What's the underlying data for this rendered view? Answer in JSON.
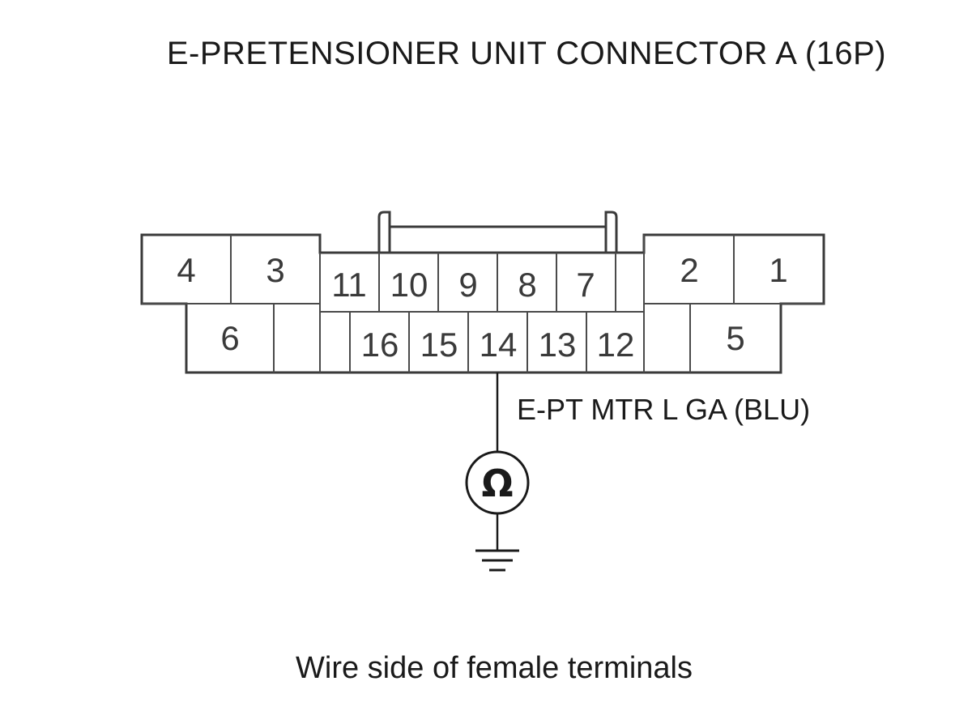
{
  "title": "E-PRETENSIONER UNIT CONNECTOR A (16P)",
  "caption": "Wire side of female terminals",
  "wire_label": "E-PT MTR L GA (BLU)",
  "meter_symbol": "Ω",
  "pins": {
    "p1": "1",
    "p2": "2",
    "p3": "3",
    "p4": "4",
    "p5": "5",
    "p6": "6",
    "p7": "7",
    "p8": "8",
    "p9": "9",
    "p10": "10",
    "p11": "11",
    "p12": "12",
    "p13": "13",
    "p14": "14",
    "p15": "15",
    "p16": "16"
  }
}
